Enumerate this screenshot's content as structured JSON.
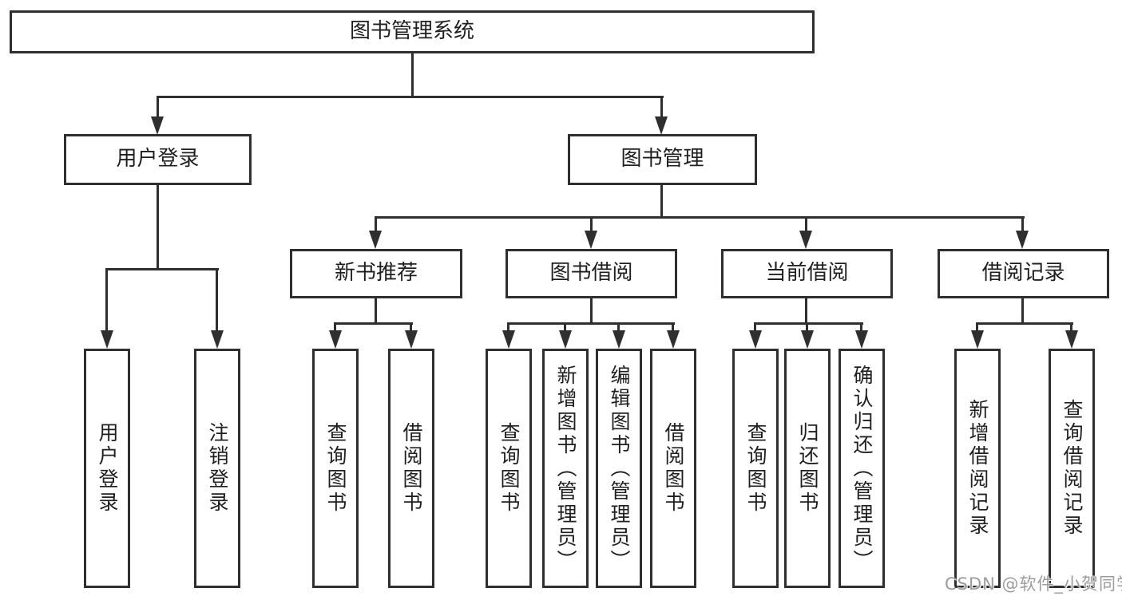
{
  "diagram": {
    "root": {
      "label": "图书管理系统"
    },
    "branches": [
      {
        "label": "用户登录",
        "children": [
          {
            "label": "用户登录"
          },
          {
            "label": "注销登录"
          }
        ]
      },
      {
        "label": "图书管理",
        "children": [
          {
            "label": "新书推荐",
            "children": [
              {
                "label": "查询图书"
              },
              {
                "label": "借阅图书"
              }
            ]
          },
          {
            "label": "图书借阅",
            "children": [
              {
                "label": "查询图书"
              },
              {
                "label": "新增图书（管理员）"
              },
              {
                "label": "编辑图书（管理员）"
              },
              {
                "label": "借阅图书"
              }
            ]
          },
          {
            "label": "当前借阅",
            "children": [
              {
                "label": "查询图书"
              },
              {
                "label": "归还图书"
              },
              {
                "label": "确认归还（管理员）"
              }
            ]
          },
          {
            "label": "借阅记录",
            "children": [
              {
                "label": "新增借阅记录"
              },
              {
                "label": "查询借阅记录"
              }
            ]
          }
        ]
      }
    ]
  },
  "watermark": {
    "text": "CSDN @软件_小贺同学"
  },
  "colors": {
    "line": "#2f2f2f",
    "text": "#1f1f1f",
    "background": "#ffffff",
    "watermark": "#9c9c9c"
  }
}
